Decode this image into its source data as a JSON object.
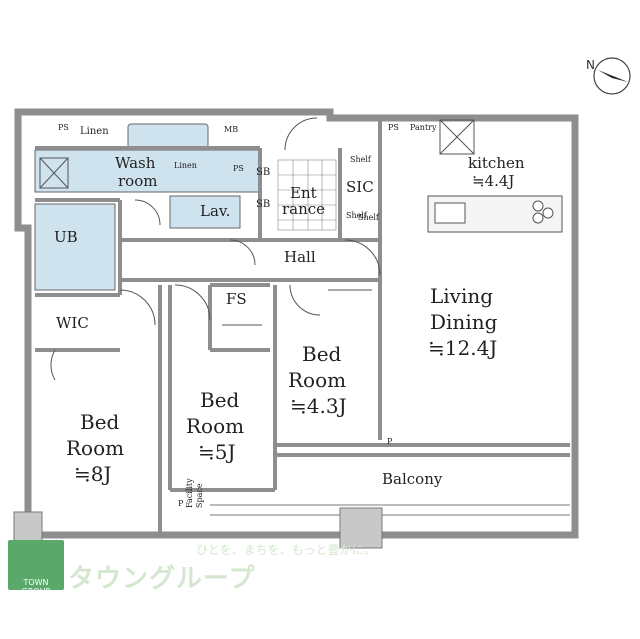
{
  "rooms": {
    "linen_top": "Linen",
    "ps_left": "PS",
    "mb": "MB",
    "wash_room": [
      "Wash",
      "room"
    ],
    "linen_small": "Linen",
    "ps_mid": "PS",
    "lav": "Lav.",
    "sb1": "SB",
    "sb2": "SB",
    "entrance": [
      "Ent",
      "rance"
    ],
    "shelf_top": "Shelf",
    "sic": "SIC",
    "shelf_a": "Shelf",
    "shelf_b": "Shelf",
    "ps_right": "PS",
    "pantry": "Pantry",
    "kitchen": [
      "kitchen",
      "≒4.4J"
    ],
    "ub": "UB",
    "hall": "Hall",
    "living": [
      "Living",
      "Dining",
      "≒12.4J"
    ],
    "wic": "WIC",
    "fs": "FS",
    "bed_small": [
      "Bed",
      "Room",
      "≒4.3J"
    ],
    "bed_mid": [
      "Bed",
      "Room",
      "≒5J"
    ],
    "bed_large": [
      "Bed",
      "Room",
      "≒8J"
    ],
    "balcony": "Balcony",
    "facility": [
      "Facility",
      "Space"
    ],
    "p_mark": "P",
    "ps_balcony": "P"
  },
  "compass": {
    "label": "N"
  },
  "branding": {
    "logo_caption": "TOWN GROUP",
    "brand_name": "タウングループ",
    "tagline": "ひとを、まちを、もっと豊かに。"
  },
  "colors": {
    "wall": "#9a9a9a",
    "floor": "#ffffff",
    "wet_area": "#cfe3ef",
    "brand_green": "#5aa96a"
  }
}
